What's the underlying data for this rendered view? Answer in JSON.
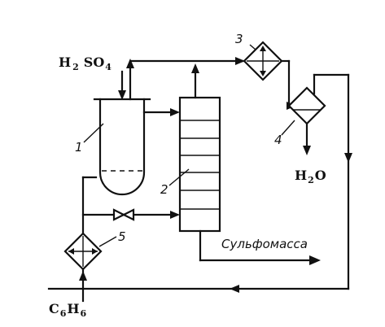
{
  "labels": {
    "acid_main": "H",
    "acid_sub1": "2",
    "acid_mid": "SO",
    "acid_sub2": "4",
    "water_main": "H",
    "water_sub": "2",
    "water_end": "O",
    "benzene_c": "C",
    "benzene_sub1": "6",
    "benzene_h": "H",
    "benzene_sub2": "6",
    "product": "Сульфомасса"
  },
  "equipment": [
    {
      "id": "1"
    },
    {
      "id": "2"
    },
    {
      "id": "3"
    },
    {
      "id": "4"
    },
    {
      "id": "5"
    }
  ]
}
